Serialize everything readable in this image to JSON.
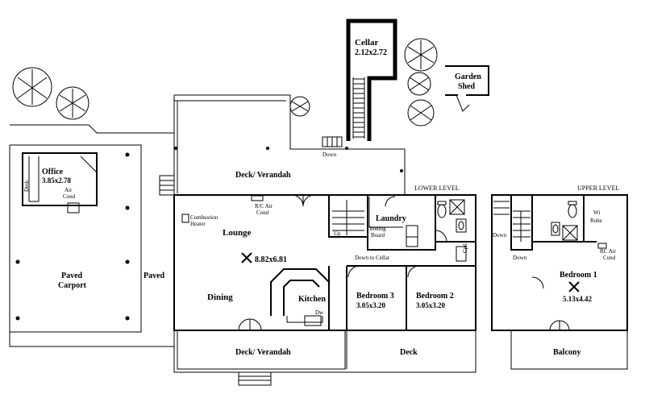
{
  "rooms": {
    "cellar": {
      "name": "Cellar",
      "size": "2.12x2.72"
    },
    "garden_shed": {
      "line1": "Garden",
      "line2": "Shed"
    },
    "office": {
      "name": "Office",
      "size": "3.85x2.78"
    },
    "desk": "Desk",
    "office_aircond": {
      "line1": "Air",
      "line2": "Cond"
    },
    "paved_carport": {
      "line1": "Paved",
      "line2": "Carport"
    },
    "paved": "Paved",
    "deck_verandah_upper": "Deck/ Verandah",
    "down_top": "Down",
    "rc_aircond": {
      "line1": "R/C Air",
      "line2": "Cond"
    },
    "combustion_heater": {
      "line1": "Combustion",
      "line2": "Heater"
    },
    "lounge": "Lounge",
    "lounge_size": "8.82x6.81",
    "up": "Up",
    "ironing_board": {
      "line1": "Ironing",
      "line2": "Board"
    },
    "laundry": "Laundry",
    "down_to_cellar": "Down to Cellar",
    "cpd": "Cpd",
    "dining": "Dining",
    "kitchen": "Kitchen",
    "dw": "Dw",
    "bedroom3": {
      "name": "Bedroom 3",
      "size": "3.05x3.20"
    },
    "bedroom2": {
      "name": "Bedroom 2",
      "size": "3.05x3.20"
    },
    "deck_verandah_lower": "Deck/ Verandah",
    "deck": "Deck",
    "lower_level": "LOWER LEVEL",
    "upper_level": "UPPER LEVEL",
    "down_upper_1": "Down",
    "down_upper_2": "Down",
    "wi_robe": {
      "line1": "Wi",
      "line2": "Robe"
    },
    "rc_aircond_upper": {
      "line1": "RC Air",
      "line2": "Cond"
    },
    "bedroom1": {
      "name": "Bedroom 1",
      "size": "5.13x4.42"
    },
    "balcony": "Balcony"
  }
}
